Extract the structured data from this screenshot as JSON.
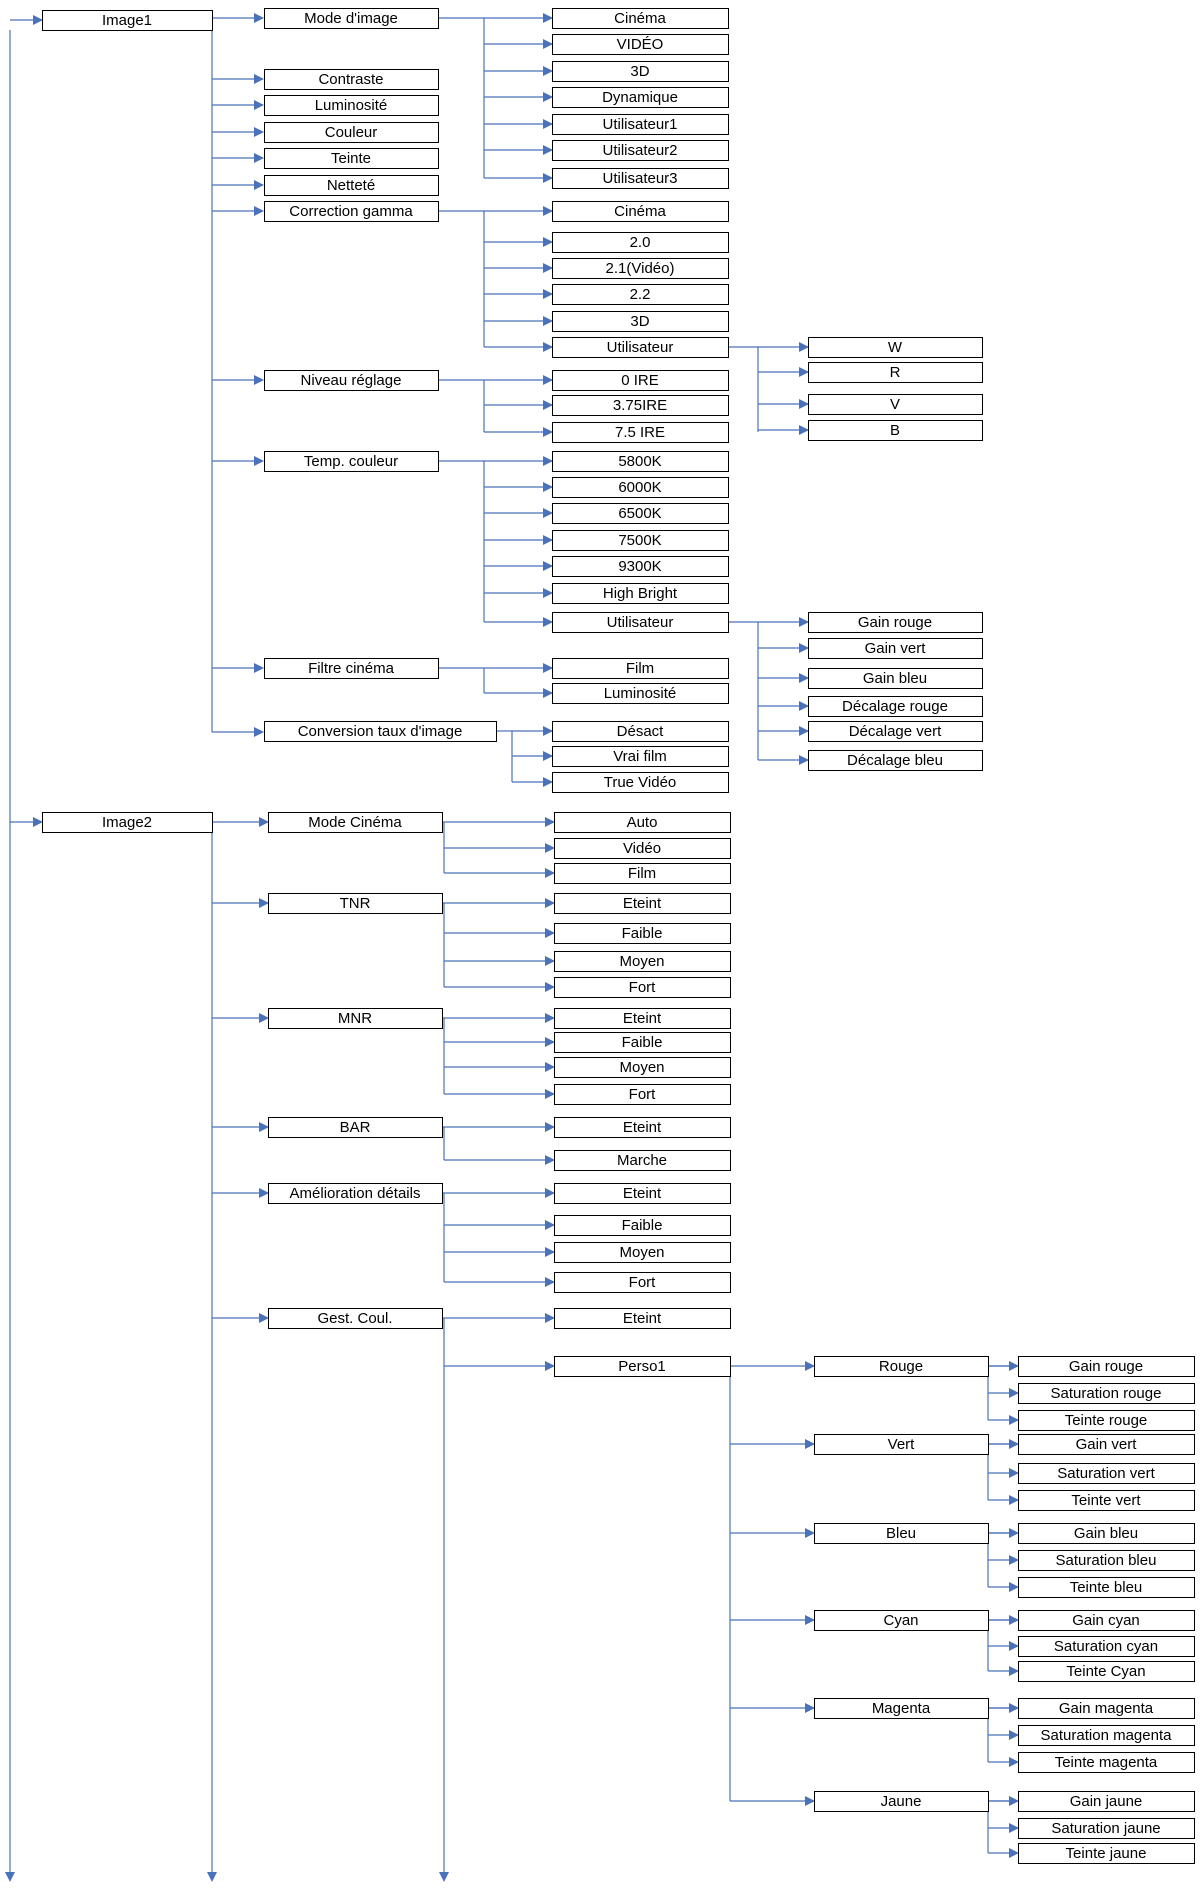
{
  "colors": {
    "connector": "#4a72b8",
    "box_border": "#000000",
    "box_fill": "#ffffff",
    "text": "#000000"
  },
  "roots": {
    "image1": {
      "label": "Image1",
      "items": {
        "mode_image": {
          "label": "Mode d'image",
          "options": [
            "Cinéma",
            "VIDÉO",
            "3D",
            "Dynamique",
            "Utilisateur1",
            "Utilisateur2",
            "Utilisateur3"
          ]
        },
        "contraste": {
          "label": "Contraste"
        },
        "luminosite": {
          "label": "Luminosité"
        },
        "couleur": {
          "label": "Couleur"
        },
        "teinte": {
          "label": "Teinte"
        },
        "nettete": {
          "label": "Netteté"
        },
        "gamma": {
          "label": "Correction gamma",
          "options": [
            "Cinéma",
            "2.0",
            "2.1(Vidéo)",
            "2.2",
            "3D",
            "Utilisateur"
          ],
          "user_options": [
            "W",
            "R",
            "V",
            "B"
          ]
        },
        "niveau": {
          "label": "Niveau réglage",
          "options": [
            "0 IRE",
            "3.75IRE",
            "7.5 IRE"
          ]
        },
        "temp": {
          "label": "Temp. couleur",
          "options": [
            "5800K",
            "6000K",
            "6500K",
            "7500K",
            "9300K",
            "High Bright",
            "Utilisateur"
          ],
          "user_options": [
            "Gain rouge",
            "Gain vert",
            "Gain bleu",
            "Décalage rouge",
            "Décalage vert",
            "Décalage bleu"
          ]
        },
        "filtre": {
          "label": "Filtre cinéma",
          "options": [
            "Film",
            "Luminosité"
          ]
        },
        "conversion": {
          "label": "Conversion taux d'image",
          "options": [
            "Désact",
            "Vrai film",
            "True Vidéo"
          ]
        }
      }
    },
    "image2": {
      "label": "Image2",
      "items": {
        "mode_cinema": {
          "label": "Mode Cinéma",
          "options": [
            "Auto",
            "Vidéo",
            "Film"
          ]
        },
        "tnr": {
          "label": "TNR",
          "options": [
            "Eteint",
            "Faible",
            "Moyen",
            "Fort"
          ]
        },
        "mnr": {
          "label": "MNR",
          "options": [
            "Eteint",
            "Faible",
            "Moyen",
            "Fort"
          ]
        },
        "bar": {
          "label": "BAR",
          "options": [
            "Eteint",
            "Marche"
          ]
        },
        "amelioration": {
          "label": "Amélioration détails",
          "options": [
            "Eteint",
            "Faible",
            "Moyen",
            "Fort"
          ]
        },
        "gest": {
          "label": "Gest. Coul.",
          "options": [
            "Eteint",
            "Perso1"
          ],
          "colors": [
            {
              "label": "Rouge",
              "options": [
                "Gain rouge",
                "Saturation rouge",
                "Teinte rouge"
              ]
            },
            {
              "label": "Vert",
              "options": [
                "Gain vert",
                "Saturation vert",
                "Teinte vert"
              ]
            },
            {
              "label": "Bleu",
              "options": [
                "Gain bleu",
                "Saturation bleu",
                "Teinte bleu"
              ]
            },
            {
              "label": "Cyan",
              "options": [
                "Gain cyan",
                "Saturation cyan",
                "Teinte Cyan"
              ]
            },
            {
              "label": "Magenta",
              "options": [
                "Gain magenta",
                "Saturation magenta",
                "Teinte magenta"
              ]
            },
            {
              "label": "Jaune",
              "options": [
                "Gain jaune",
                "Saturation jaune",
                "Teinte jaune"
              ]
            }
          ]
        }
      }
    }
  }
}
